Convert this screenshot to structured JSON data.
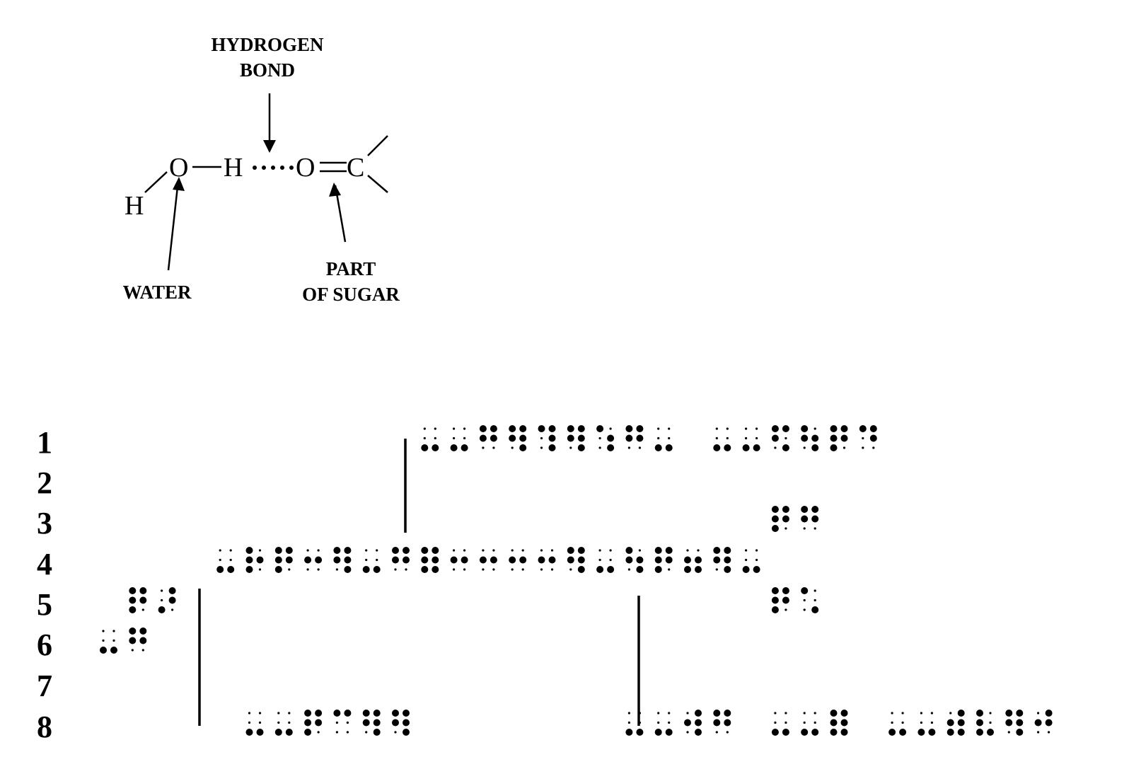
{
  "diagram": {
    "labels": {
      "hydrogen_bond_line1": "HYDROGEN",
      "hydrogen_bond_line2": "BOND",
      "water": "WATER",
      "part_of_sugar_line1": "PART",
      "part_of_sugar_line2": "OF SUGAR"
    },
    "atoms": {
      "h_left": "H",
      "o_water": "O",
      "h_bond": "H",
      "o_carbonyl": "O",
      "c_carbonyl": "C"
    }
  },
  "braille_grid": {
    "row_numbers": [
      "1",
      "2",
      "3",
      "4",
      "5",
      "6",
      "7",
      "8"
    ],
    "cells": [
      {
        "row": 1,
        "col": 12,
        "dots": [
          3,
          6
        ]
      },
      {
        "row": 1,
        "col": 13,
        "dots": [
          3,
          6
        ]
      },
      {
        "row": 1,
        "col": 14,
        "dots": [
          1,
          2,
          4,
          5
        ]
      },
      {
        "row": 1,
        "col": 15,
        "dots": [
          1,
          2,
          4,
          5,
          6
        ]
      },
      {
        "row": 1,
        "col": 16,
        "dots": [
          1,
          4,
          5,
          6
        ]
      },
      {
        "row": 1,
        "col": 17,
        "dots": [
          1,
          2,
          4,
          5,
          6
        ]
      },
      {
        "row": 1,
        "col": 18,
        "dots": [
          1,
          5,
          6
        ]
      },
      {
        "row": 1,
        "col": 19,
        "dots": [
          1,
          2,
          4,
          5
        ]
      },
      {
        "row": 1,
        "col": 20,
        "dots": [
          3,
          6
        ]
      },
      {
        "row": 1,
        "col": 22,
        "dots": [
          3,
          6
        ]
      },
      {
        "row": 1,
        "col": 23,
        "dots": [
          3,
          6
        ]
      },
      {
        "row": 1,
        "col": 24,
        "dots": [
          1,
          2,
          4,
          6
        ]
      },
      {
        "row": 1,
        "col": 25,
        "dots": [
          1,
          2,
          5,
          6
        ]
      },
      {
        "row": 1,
        "col": 26,
        "dots": [
          1,
          2,
          3,
          4,
          5
        ]
      },
      {
        "row": 1,
        "col": 27,
        "dots": [
          1,
          4,
          5
        ]
      },
      {
        "row": 3,
        "col": 24,
        "dots": [
          1,
          2,
          3,
          4,
          5
        ]
      },
      {
        "row": 3,
        "col": 25,
        "dots": [
          1,
          2,
          4,
          5
        ]
      },
      {
        "row": 4,
        "col": 5,
        "dots": [
          3,
          6
        ]
      },
      {
        "row": 4,
        "col": 6,
        "dots": [
          1,
          2,
          3,
          5
        ]
      },
      {
        "row": 4,
        "col": 7,
        "dots": [
          1,
          2,
          3,
          4,
          5
        ]
      },
      {
        "row": 4,
        "col": 8,
        "dots": [
          2,
          5
        ]
      },
      {
        "row": 4,
        "col": 9,
        "dots": [
          1,
          2,
          4,
          5,
          6
        ]
      },
      {
        "row": 4,
        "col": 10,
        "dots": [
          3,
          6
        ]
      },
      {
        "row": 4,
        "col": 11,
        "dots": [
          1,
          2,
          4,
          5
        ]
      },
      {
        "row": 4,
        "col": 12,
        "dots": [
          1,
          2,
          3,
          4,
          5,
          6
        ]
      },
      {
        "row": 4,
        "col": 13,
        "dots": [
          2,
          5
        ]
      },
      {
        "row": 4,
        "col": 14,
        "dots": [
          2,
          5
        ]
      },
      {
        "row": 4,
        "col": 15,
        "dots": [
          2,
          5
        ]
      },
      {
        "row": 4,
        "col": 16,
        "dots": [
          2,
          5
        ]
      },
      {
        "row": 4,
        "col": 17,
        "dots": [
          1,
          2,
          4,
          5,
          6
        ]
      },
      {
        "row": 4,
        "col": 18,
        "dots": [
          3,
          6
        ]
      },
      {
        "row": 4,
        "col": 19,
        "dots": [
          1,
          2,
          5,
          6
        ]
      },
      {
        "row": 4,
        "col": 20,
        "dots": [
          1,
          2,
          3,
          4,
          5
        ]
      },
      {
        "row": 4,
        "col": 21,
        "dots": [
          2,
          3,
          5,
          6
        ]
      },
      {
        "row": 4,
        "col": 22,
        "dots": [
          1,
          2,
          4,
          5,
          6
        ]
      },
      {
        "row": 4,
        "col": 23,
        "dots": [
          3,
          6
        ]
      },
      {
        "row": 5,
        "col": 2,
        "dots": [
          1,
          2,
          3,
          4,
          5
        ]
      },
      {
        "row": 5,
        "col": 3,
        "dots": [
          3,
          4,
          5
        ]
      },
      {
        "row": 5,
        "col": 24,
        "dots": [
          1,
          2,
          3,
          4,
          5
        ]
      },
      {
        "row": 5,
        "col": 25,
        "dots": [
          1,
          6
        ]
      },
      {
        "row": 6,
        "col": 1,
        "dots": [
          3,
          6
        ]
      },
      {
        "row": 6,
        "col": 2,
        "dots": [
          1,
          2,
          4,
          5
        ]
      },
      {
        "row": 8,
        "col": 6,
        "dots": [
          3,
          6
        ]
      },
      {
        "row": 8,
        "col": 7,
        "dots": [
          3,
          6
        ]
      },
      {
        "row": 8,
        "col": 8,
        "dots": [
          1,
          2,
          3,
          4,
          5
        ]
      },
      {
        "row": 8,
        "col": 9,
        "dots": [
          1,
          4
        ]
      },
      {
        "row": 8,
        "col": 10,
        "dots": [
          1,
          2,
          4,
          5,
          6
        ]
      },
      {
        "row": 8,
        "col": 11,
        "dots": [
          1,
          2,
          4,
          5,
          6
        ]
      },
      {
        "row": 8,
        "col": 19,
        "dots": [
          3,
          6
        ]
      },
      {
        "row": 8,
        "col": 20,
        "dots": [
          3,
          6
        ]
      },
      {
        "row": 8,
        "col": 21,
        "dots": [
          2,
          4,
          5,
          6
        ]
      },
      {
        "row": 8,
        "col": 22,
        "dots": [
          1,
          2,
          4,
          5
        ]
      },
      {
        "row": 8,
        "col": 24,
        "dots": [
          3,
          6
        ]
      },
      {
        "row": 8,
        "col": 25,
        "dots": [
          3,
          6
        ]
      },
      {
        "row": 8,
        "col": 26,
        "dots": [
          1,
          2,
          3,
          4,
          5,
          6
        ]
      },
      {
        "row": 8,
        "col": 28,
        "dots": [
          3,
          6
        ]
      },
      {
        "row": 8,
        "col": 29,
        "dots": [
          3,
          6
        ]
      },
      {
        "row": 8,
        "col": 30,
        "dots": [
          2,
          3,
          4,
          5,
          6
        ]
      },
      {
        "row": 8,
        "col": 31,
        "dots": [
          1,
          2,
          3,
          6
        ]
      },
      {
        "row": 8,
        "col": 32,
        "dots": [
          1,
          2,
          4,
          5,
          6
        ]
      },
      {
        "row": 8,
        "col": 33,
        "dots": [
          2,
          4,
          5
        ]
      }
    ]
  }
}
